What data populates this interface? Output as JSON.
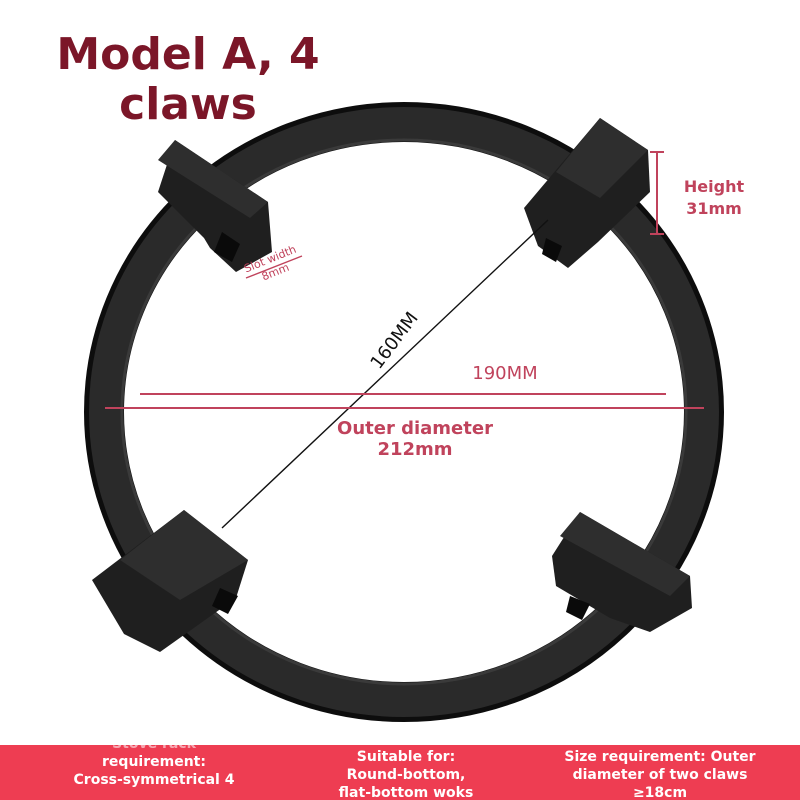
{
  "title": {
    "line1": "Model A, 4",
    "line2": "claws"
  },
  "annotations": {
    "height": [
      "Height",
      "31mm"
    ],
    "slot_width": [
      "Slot width",
      "8mm"
    ],
    "inner_diagonal": "160MM",
    "inner_diameter": "190MM",
    "outer_diameter": [
      "Outer diameter",
      "212mm"
    ]
  },
  "bottom_bar": {
    "col1": [
      "Stove rack",
      "requirement:",
      "Cross-symmetrical 4"
    ],
    "col2": [
      "Suitable for:",
      "Round-bottom,",
      "flat-bottom woks"
    ],
    "col3": [
      "Size requirement: Outer",
      "diameter of two claws",
      "≥18cm"
    ]
  },
  "colors": {
    "title": "#7b1628",
    "annotation": "#c0435c",
    "bar": "#ee3d52",
    "rack": "#1e1e1e"
  }
}
